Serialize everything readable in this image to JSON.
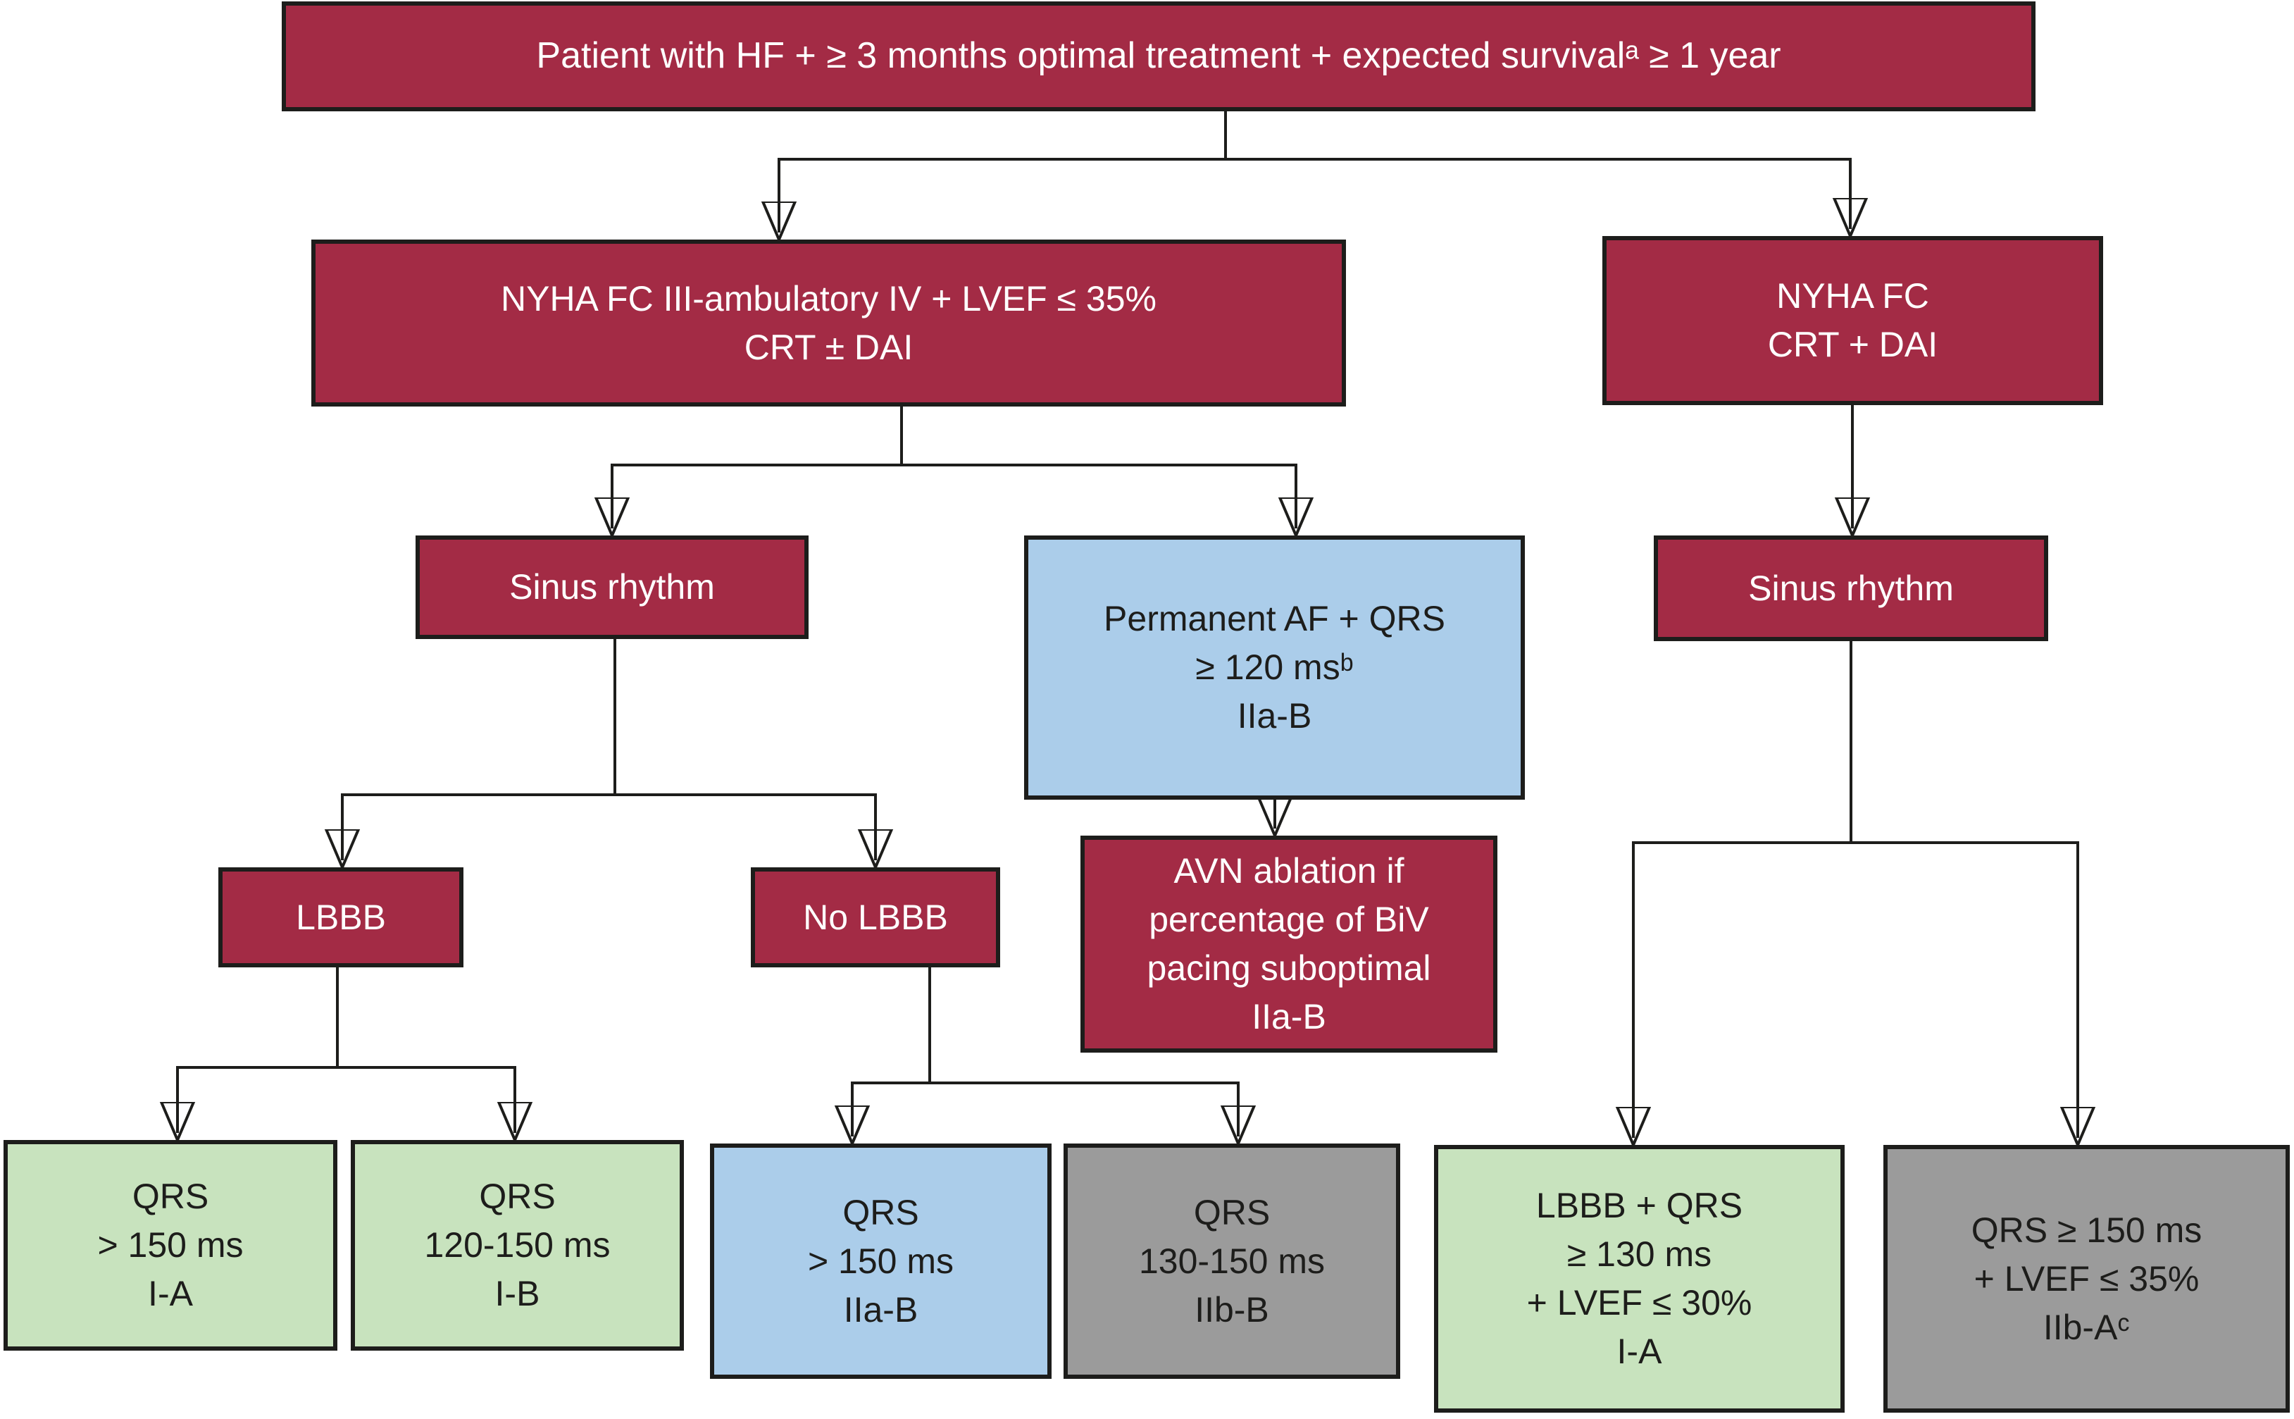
{
  "figure": {
    "type": "flowchart",
    "description_visible_text_only": true
  },
  "colors": {
    "maroon": "#A32B45",
    "blue": "#ABCDEA",
    "green": "#C8E3BE",
    "gray": "#9B9B9B",
    "line": "#1D1D1B",
    "text_on_dark": "#FFFFFF",
    "text_on_light": "#1D1D1B",
    "background": "#FFFFFF"
  },
  "nodes": {
    "patient_criteria": {
      "text": "Patient with HF + ≥ 3 months optimal treatment + expected survivalᵃ ≥ 1 year",
      "variant": "maroon"
    },
    "nyha_left": {
      "text": "NYHA FC III-ambulatory IV + LVEF ≤ 35%\nCRT ± DAI",
      "variant": "maroon"
    },
    "nyha_right": {
      "text": "NYHA FC\nCRT + DAI",
      "variant": "maroon"
    },
    "sinus_left": {
      "text": "Sinus rhythm",
      "variant": "maroon"
    },
    "permanent_af": {
      "text": "Permanent AF + QRS\n≥ 120 msᵇ\nIIa-B",
      "variant": "blue"
    },
    "sinus_right": {
      "text": "Sinus rhythm",
      "variant": "maroon"
    },
    "lbbb": {
      "text": "LBBB",
      "variant": "maroon"
    },
    "no_lbbb": {
      "text": "No LBBB",
      "variant": "maroon"
    },
    "avn_ablation": {
      "text": "AVN ablation if\npercentage of BiV\npacing suboptimal\nIIa-B",
      "variant": "maroon"
    },
    "qrs_gt150_ia": {
      "text": "QRS\n> 150 ms\nI-A",
      "variant": "green"
    },
    "qrs_120_150_ib": {
      "text": "QRS\n120-150 ms\nI-B",
      "variant": "green"
    },
    "qrs_gt150_iiab": {
      "text": "QRS\n> 150 ms\nIIa-B",
      "variant": "blue"
    },
    "qrs_130_150_iibb": {
      "text": "QRS\n130-150 ms\nIIb-B",
      "variant": "gray"
    },
    "lbbb_qrs130_lvef30_ia": {
      "text": "LBBB + QRS\n≥ 130 ms\n+ LVEF ≤ 30%\nI-A",
      "variant": "green"
    },
    "qrs150_lvef35_iiba": {
      "text": "QRS ≥ 150 ms\n+ LVEF ≤ 35%\nIIb-Aᶜ",
      "variant": "gray"
    }
  }
}
